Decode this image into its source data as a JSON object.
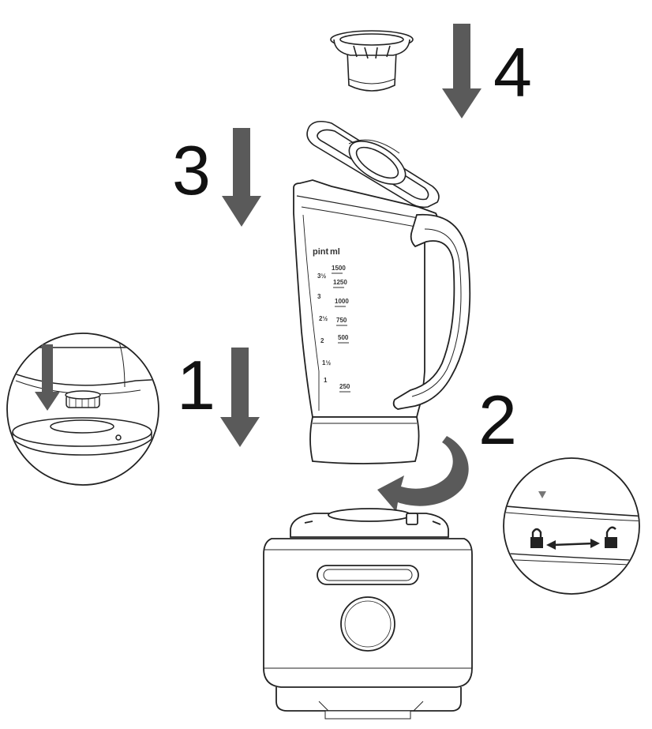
{
  "steps": [
    {
      "number": "1",
      "part": "base-coupling"
    },
    {
      "number": "2",
      "part": "twist-lock-jar"
    },
    {
      "number": "3",
      "part": "lid"
    },
    {
      "number": "4",
      "part": "measuring-cap"
    }
  ],
  "jar_scale": {
    "header_left": "pint",
    "header_right": "ml",
    "left_marks": [
      "3½",
      "3",
      "2½",
      "2",
      "1½",
      "1"
    ],
    "right_marks": [
      "1500",
      "1250",
      "1000",
      "750",
      "500",
      "250"
    ]
  },
  "lock_detail": {
    "lock_icon": "padlock-closed-icon",
    "unlock_icon": "padlock-open-icon"
  },
  "colors": {
    "arrow": "#5a5a5a",
    "line": "#222222",
    "background": "#ffffff"
  }
}
